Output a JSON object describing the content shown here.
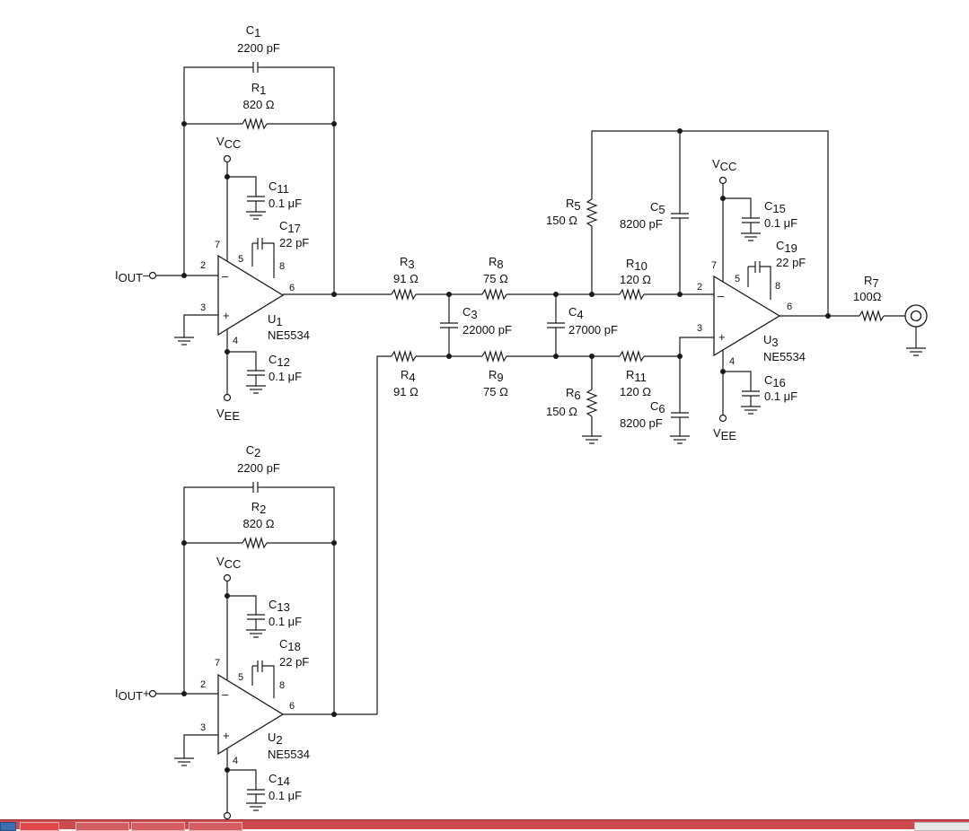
{
  "schematic": {
    "components": {
      "c1": {
        "name": "C",
        "sub": "1",
        "value": "2200 pF"
      },
      "r1": {
        "name": "R",
        "sub": "1",
        "value": "820 Ω"
      },
      "c2": {
        "name": "C",
        "sub": "2",
        "value": "2200 pF"
      },
      "r2": {
        "name": "R",
        "sub": "2",
        "value": "820 Ω"
      },
      "c11": {
        "name": "C",
        "sub": "11",
        "value": "0.1 μF"
      },
      "c12": {
        "name": "C",
        "sub": "12",
        "value": "0.1 μF"
      },
      "c13": {
        "name": "C",
        "sub": "13",
        "value": "0.1 μF"
      },
      "c14": {
        "name": "C",
        "sub": "14",
        "value": "0.1 μF"
      },
      "c15": {
        "name": "C",
        "sub": "15",
        "value": "0.1 μF"
      },
      "c16": {
        "name": "C",
        "sub": "16",
        "value": "0.1 μF"
      },
      "c17": {
        "name": "C",
        "sub": "17",
        "value": "22 pF"
      },
      "c18": {
        "name": "C",
        "sub": "18",
        "value": "22 pF"
      },
      "c19": {
        "name": "C",
        "sub": "19",
        "value": "22 pF"
      },
      "r3": {
        "name": "R",
        "sub": "3",
        "value": "91 Ω"
      },
      "r4": {
        "name": "R",
        "sub": "4",
        "value": "91 Ω"
      },
      "r8": {
        "name": "R",
        "sub": "8",
        "value": "75 Ω"
      },
      "r9": {
        "name": "R",
        "sub": "9",
        "value": "75 Ω"
      },
      "c3": {
        "name": "C",
        "sub": "3",
        "value": "22000 pF"
      },
      "c4": {
        "name": "C",
        "sub": "4",
        "value": "27000 pF"
      },
      "r5": {
        "name": "R",
        "sub": "5",
        "value": "150 Ω"
      },
      "r6": {
        "name": "R",
        "sub": "6",
        "value": "150 Ω"
      },
      "c5": {
        "name": "C",
        "sub": "5",
        "value": "8200 pF"
      },
      "c6": {
        "name": "C",
        "sub": "6",
        "value": "8200 pF"
      },
      "r10": {
        "name": "R",
        "sub": "10",
        "value": "120 Ω"
      },
      "r11": {
        "name": "R",
        "sub": "11",
        "value": "120 Ω"
      },
      "r7": {
        "name": "R",
        "sub": "7",
        "value": "100Ω"
      }
    },
    "opamps": {
      "u1": {
        "name": "U",
        "sub": "1",
        "part": "NE5534"
      },
      "u2": {
        "name": "U",
        "sub": "2",
        "part": "NE5534"
      },
      "u3": {
        "name": "U",
        "sub": "3",
        "part": "NE5534"
      }
    },
    "supplies": {
      "vcc": {
        "name": "V",
        "sub": "CC"
      },
      "vee": {
        "name": "V",
        "sub": "EE"
      }
    },
    "inputs": {
      "iout_minus": {
        "name": "I",
        "sub": "OUT",
        "suffix": "–"
      },
      "iout_plus": {
        "name": "I",
        "sub": "OUT",
        "suffix": "+"
      }
    },
    "pins": {
      "p2": "2",
      "p3": "3",
      "p4": "4",
      "p5": "5",
      "p6": "6",
      "p7": "7",
      "p8": "8",
      "minus": "–",
      "plus": "+"
    }
  },
  "colors": {
    "wire": "#1a1a1a",
    "background": "#ffffff",
    "taskbar": "#cd4a4e"
  }
}
